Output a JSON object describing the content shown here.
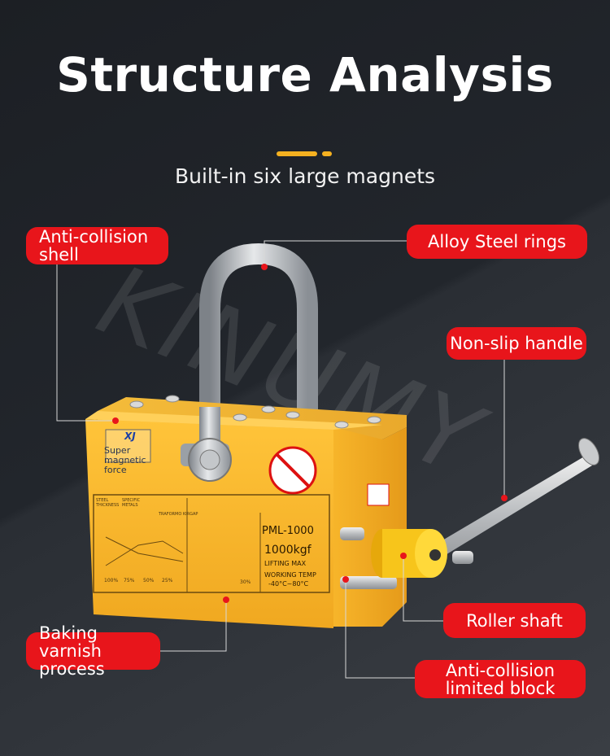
{
  "title": "Structure Analysis",
  "subtitle": "Built-in six large magnets",
  "watermark": "KINUMY",
  "labels": {
    "anti_collision_shell": "Anti-collision\nshell",
    "alloy_steel_rings": "Alloy Steel rings",
    "non_slip_handle": "Non-slip handle",
    "roller_shaft": "Roller shaft",
    "baking_varnish": "Baking varnish\nprocess",
    "limited_block": "Anti-collision\nlimited block"
  },
  "product": {
    "brand": "XJ",
    "tagline": "Super\nmagnetic\nforce",
    "model": "PML-1000",
    "capacity": "1000kgf",
    "lifting_max": "LIFTING MAX",
    "working_temp": "WORKING TEMP",
    "temp_range": "-40°C~80°C",
    "chart_head_1": "STEEL THICKNESS",
    "chart_head_2": "SPECIFIC METALS",
    "chart_head_3": "TRAFORMO KIRGAP",
    "pct_100": "100%",
    "pct_75": "75%",
    "pct_50": "50%",
    "pct_25": "25%",
    "pct_30": "30%"
  },
  "colors": {
    "accent_red": "#e8151b",
    "body_yellow": "#f5b72a",
    "deco_orange": "#f5b120"
  }
}
